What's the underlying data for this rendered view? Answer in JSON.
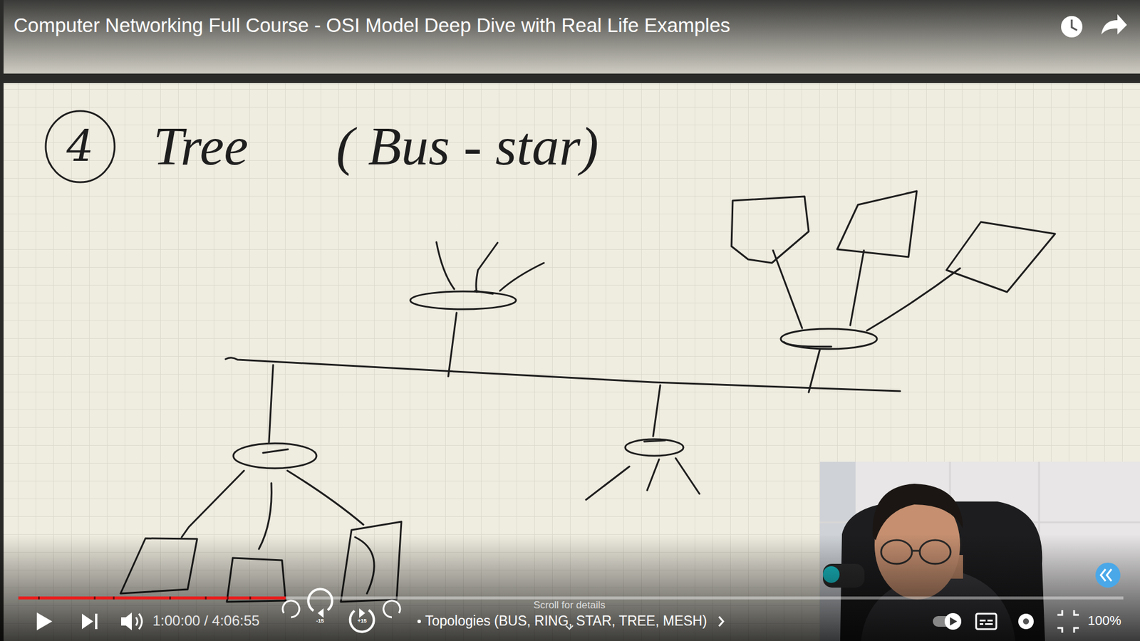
{
  "diagram": {
    "title": "Computer Networking Full Course - OSI Model Deep Dive with Real Life Examples",
    "nodes": [
      {
        "text": [
          "4"
        ]
      }
    ],
    "labels": [
      "Tree",
      "( Bus - star)",
      "1:00:00 / 4:06:55",
      "-15",
      "+15",
      "Topologies (BUS, RING, STAR, TREE, MESH)",
      "Scroll for details",
      "100%"
    ]
  }
}
